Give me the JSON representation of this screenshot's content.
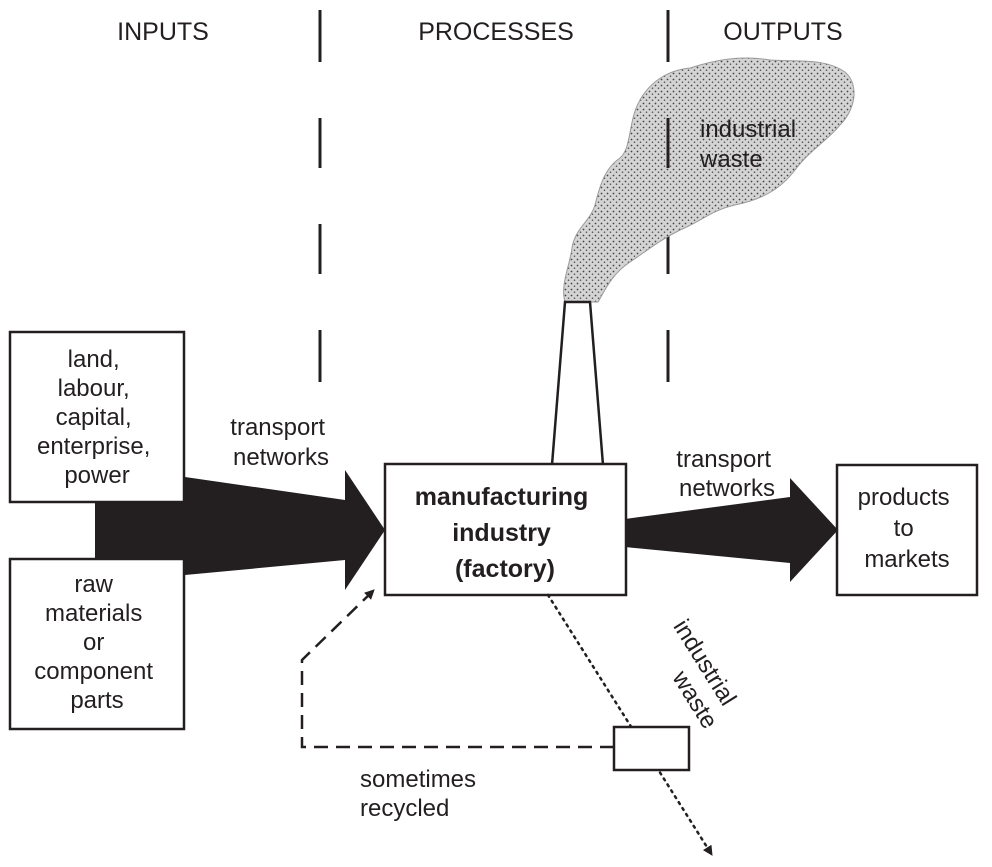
{
  "headers": {
    "inputs": "INPUTS",
    "processes": "PROCESSES",
    "outputs": "OUTPUTS"
  },
  "input_box_1": [
    "land,",
    "labour,",
    "capital,",
    "enterprise,",
    "power"
  ],
  "input_box_2": [
    "raw",
    "materials",
    "or",
    "component",
    "parts"
  ],
  "transport_left": [
    "transport",
    "networks"
  ],
  "transport_right": [
    "transport",
    "networks"
  ],
  "factory": [
    "manufacturing",
    "industry",
    "(factory)"
  ],
  "output_box": [
    "products",
    "to",
    "markets"
  ],
  "smoke_label": [
    "industrial",
    "waste"
  ],
  "diagonal_waste_label": [
    "industrial",
    "waste"
  ],
  "recycle_label": [
    "sometimes",
    "recycled"
  ],
  "colors": {
    "ink": "#231f20",
    "smoke": "#d9d9d9",
    "background": "#ffffff"
  }
}
